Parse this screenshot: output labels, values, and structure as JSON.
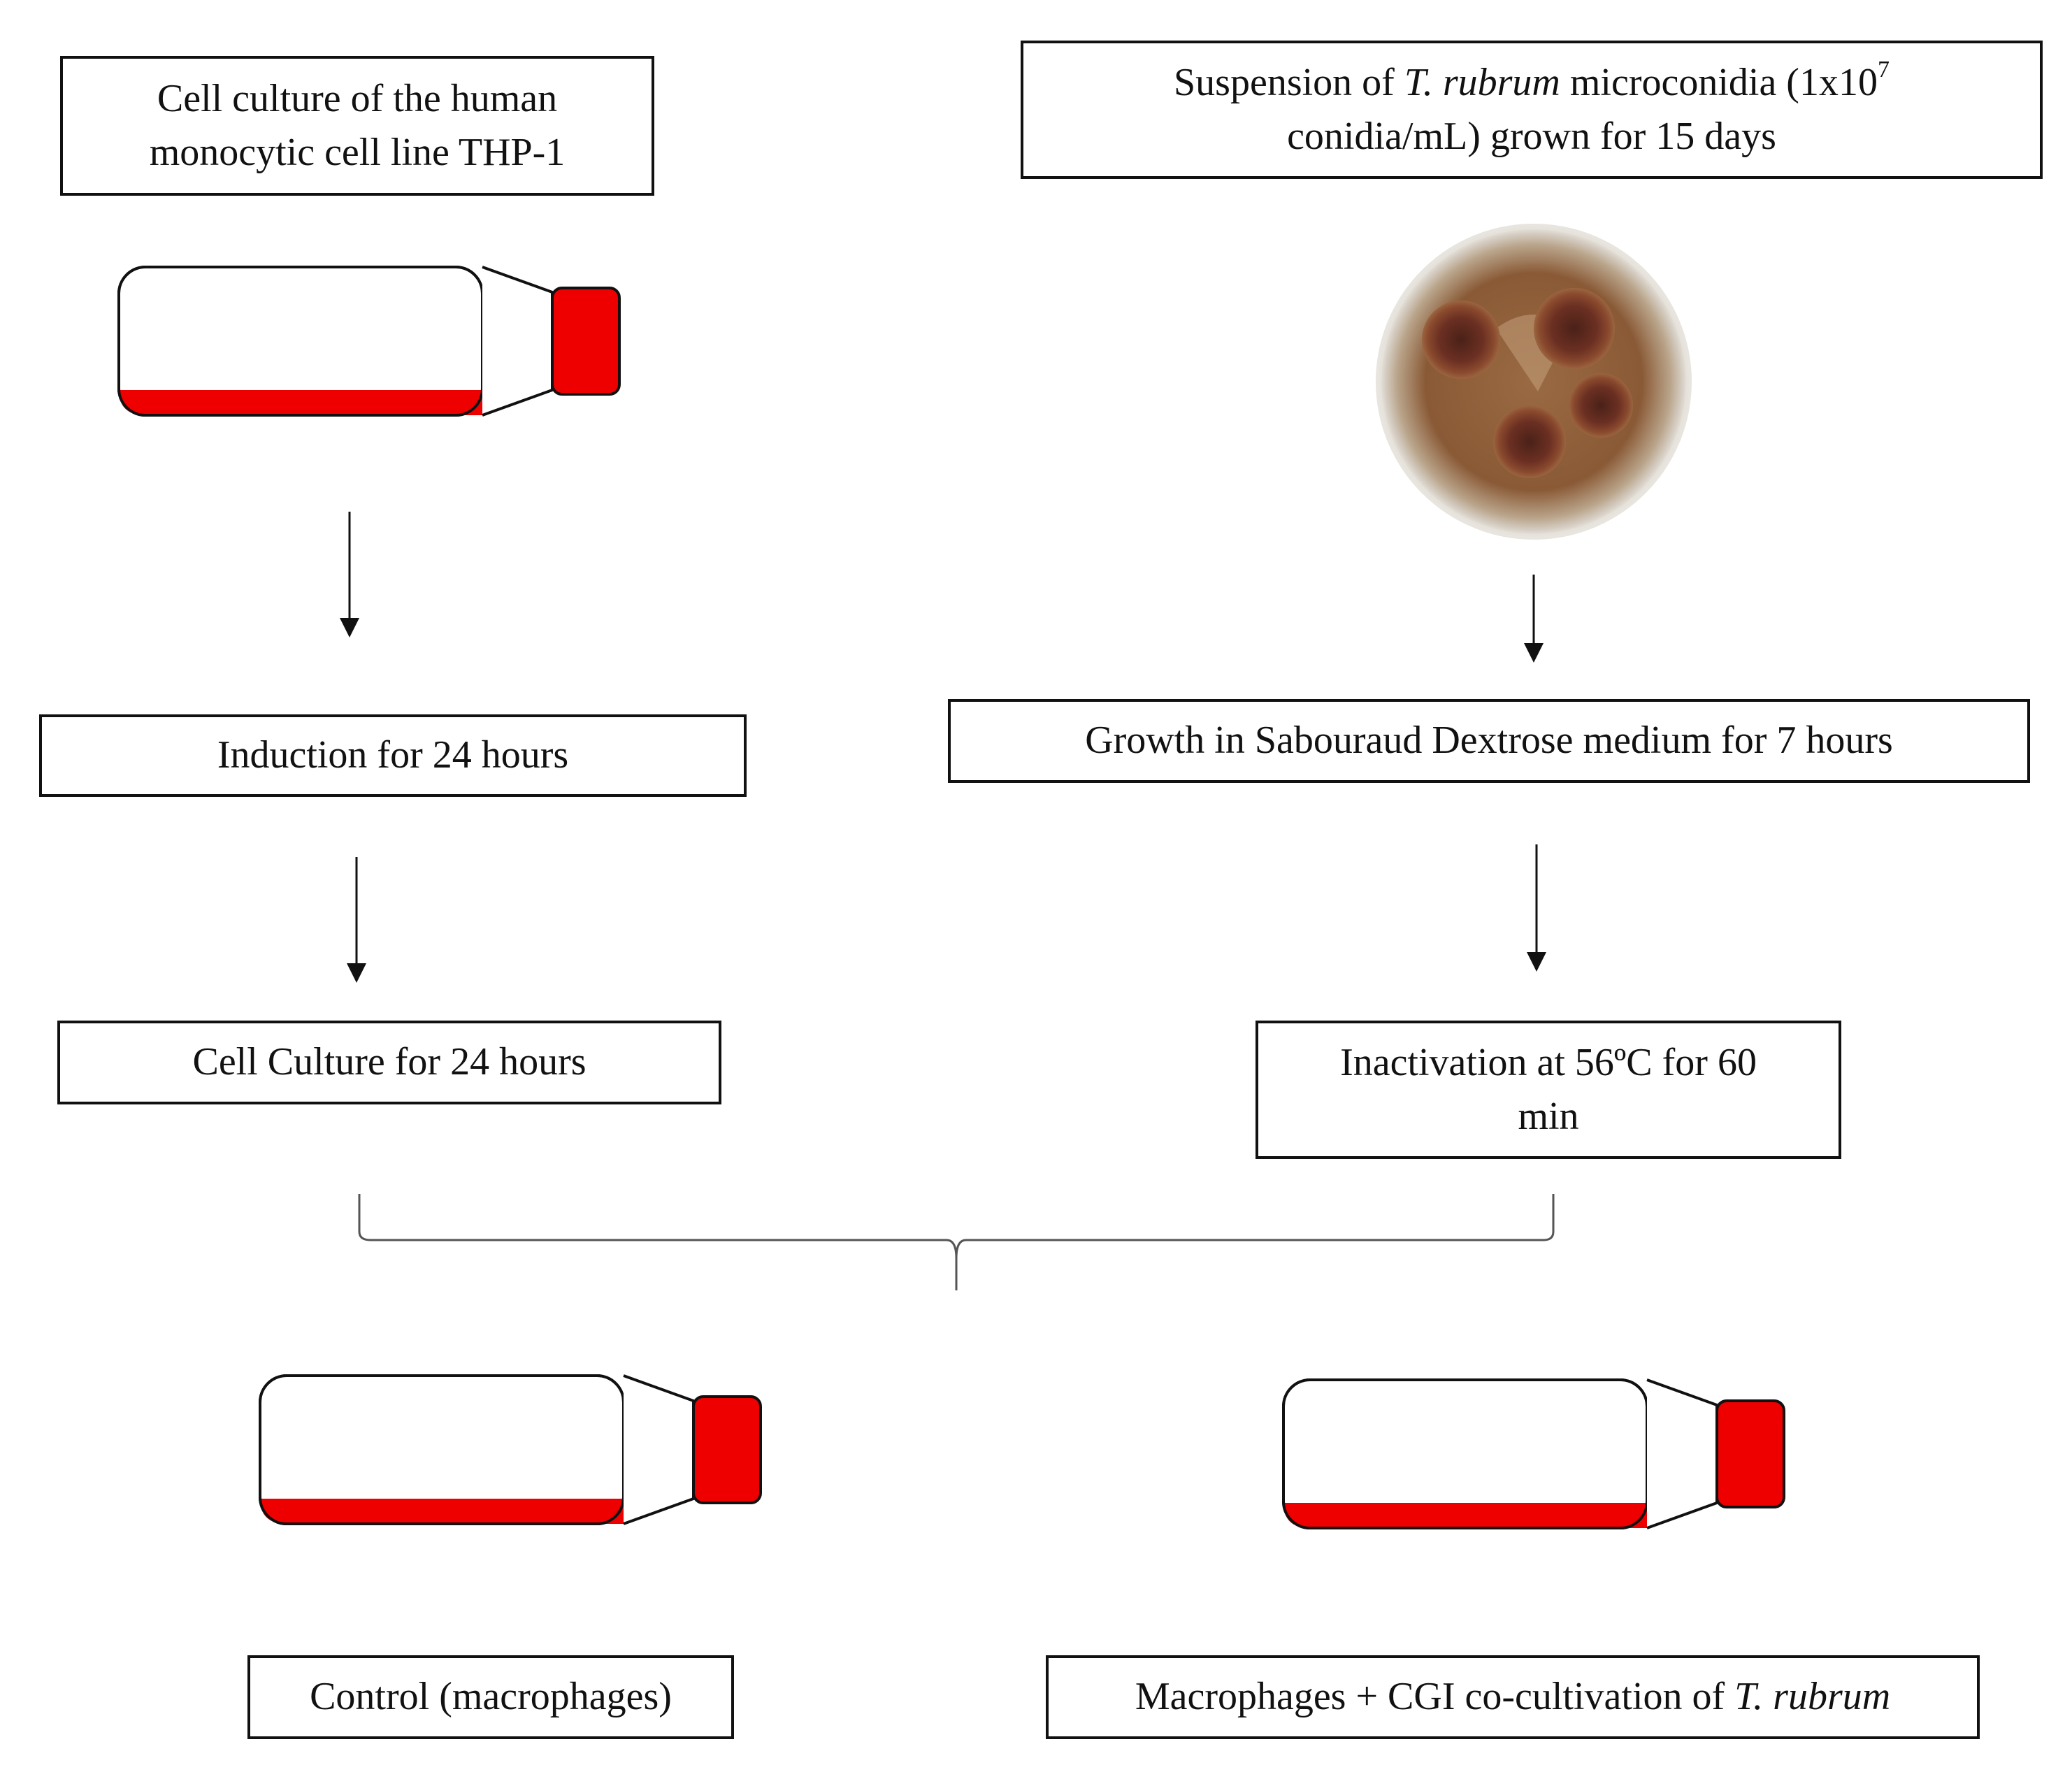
{
  "left_flow": {
    "start_lines": [
      "Cell culture of the human",
      "monocytic cell line THP-1"
    ],
    "step1": "Induction for 24 hours",
    "step2": "Cell Culture for 24 hours"
  },
  "right_flow": {
    "start_line1": {
      "before": "Suspension of ",
      "italic": "T. rubrum",
      "after": " microconidia (1x10",
      "sup": "7"
    },
    "start_line2": "conidia/mL) grown for 15 days",
    "step1": "Growth in Sabouraud Dextrose medium for 7 hours",
    "step2_lines": [
      "Inactivation at 56ºC for 60",
      "min"
    ]
  },
  "outcomes": {
    "control": "Control (macrophages)",
    "cocultivation": {
      "text": "Macrophages + CGI co-cultivation of ",
      "italic": "T. rubrum"
    }
  },
  "colors": {
    "medium_red": "#ee0000",
    "cap_red": "#ee0000",
    "line": "#111111",
    "colony_brown": "#6e3a22",
    "agar_tan": "#b0855a"
  },
  "icons": [
    "flask-icon",
    "petri-dish-icon"
  ]
}
